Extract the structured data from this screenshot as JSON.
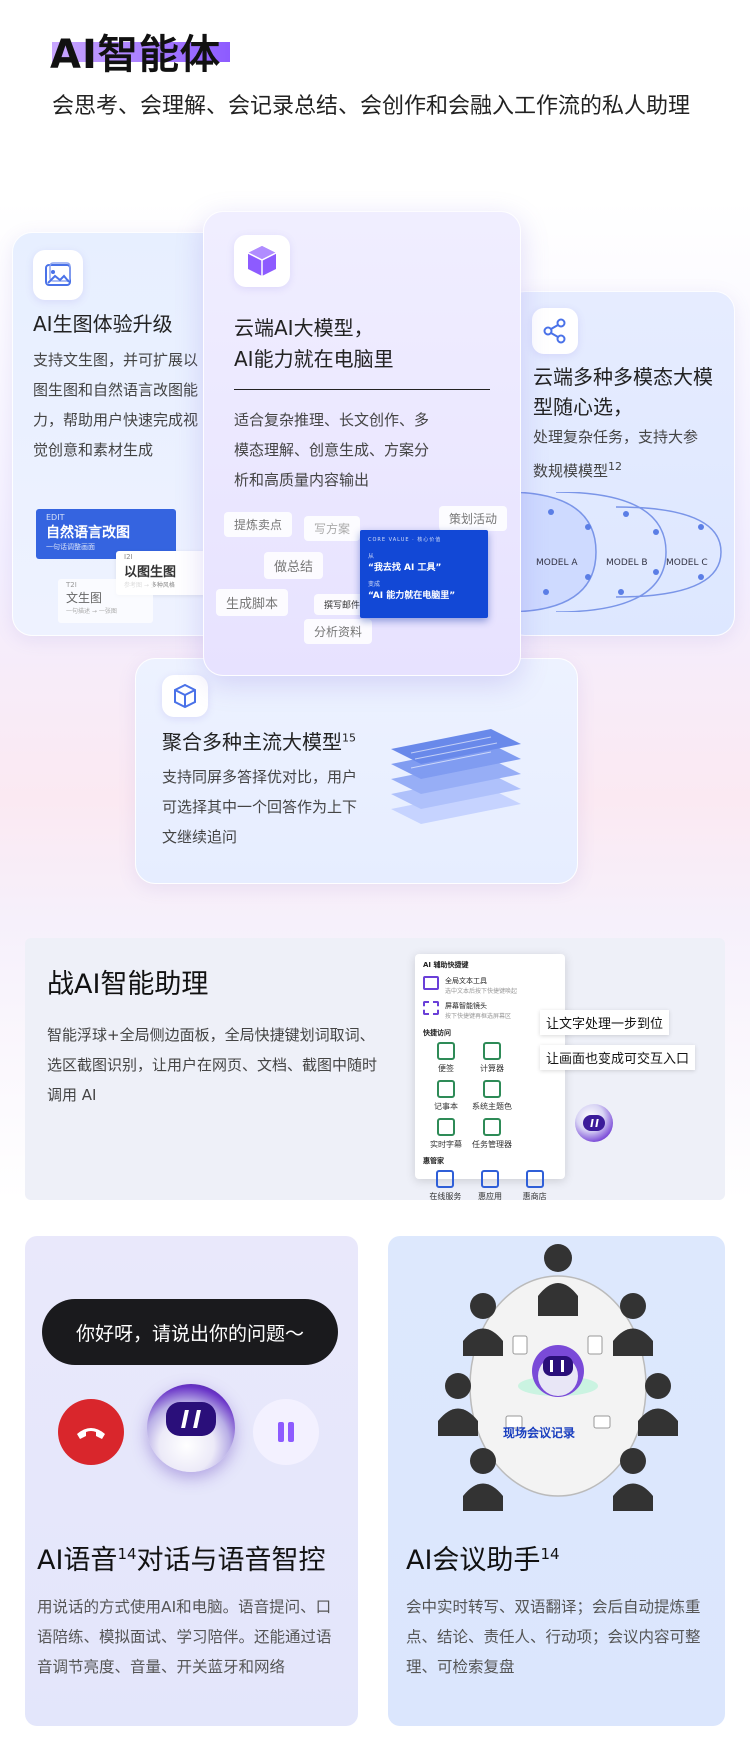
{
  "header": {
    "title": "AI智能体",
    "subtitle": "会思考、会理解、会记录总结、会创作和会融入工作流的私人助理"
  },
  "card_image_gen": {
    "title": "AI生图体验升级",
    "desc": "支持文生图，并可扩展以图生图和自然语言改图能力，帮助用户快速完成视觉创意和素材生成",
    "edit_label": "EDIT",
    "edit_title": "自然语言改图",
    "edit_sub": "一句话调整画面",
    "i2i_label": "I2I",
    "i2i_title": "以图生图",
    "i2i_sub": "参考图 → 多种风格",
    "t2i_label": "T2I",
    "t2i_title": "文生图",
    "t2i_sub": "一句描述 → 一张图"
  },
  "card_cloud_model": {
    "title_line1": "云端AI大模型，",
    "title_line2": "AI能力就在电脑里",
    "desc": "适合复杂推理、长文创作、多模态理解、创意生成、方案分析和高质量内容输出",
    "tags": [
      "提炼卖点",
      "写方案",
      "策划活动",
      "做总结",
      "生成脚本",
      "撰写邮件",
      "分析资料"
    ],
    "panel_top": "CORE VALUE · 核心价值",
    "panel_from": "从",
    "panel_quote1": "“我去找 AI 工具”",
    "panel_to": "变成",
    "panel_quote2": "“AI 能力就在电脑里”"
  },
  "card_multimodal": {
    "title": "云端多种多模态大模型随心选，",
    "desc": "处理复杂任务，支持大参数规模模型",
    "desc_sup": "12",
    "models": [
      "MODEL A",
      "MODEL B",
      "MODEL C"
    ]
  },
  "card_aggregate": {
    "title": "聚合多种主流大模型",
    "title_sup": "15",
    "desc": "支持同屏多答择优对比，用户可选择其中一个回答作为上下文继续追问"
  },
  "assistant": {
    "title": "战AI智能助理",
    "desc": "智能浮球+全局侧边面板，全局快捷键划词取词、选区截图识别，让用户在网页、文档、截图中随时调用 AI",
    "panel_title": "AI 辅助快捷键",
    "shortcut1_title": "全局文本工具",
    "shortcut1_sub": "选中文本后按下快捷键唤起",
    "shortcut2_title": "屏幕智能镜头",
    "shortcut2_sub": "按下快捷键再框选屏幕区",
    "quick_title": "快捷访问",
    "quick_items": [
      "便签",
      "计算器",
      "记事本",
      "系统主题色",
      "实时字幕",
      "任务管理器"
    ],
    "hui_title": "惠管家",
    "hui_items": [
      "在线服务",
      "惠应用",
      "惠商店"
    ],
    "callout1": "让文字处理一步到位",
    "callout2": "让画面也变成可交互入口"
  },
  "voice": {
    "bubble": "你好呀，请说出你的问题～",
    "title_a": "AI语音",
    "title_sup": "14",
    "title_b": "对话与语音智控",
    "desc": "用说话的方式使用AI和电脑。语音提问、口语陪练、模拟面试、学习陪伴。还能通过语音调节亮度、音量、开关蓝牙和网络"
  },
  "meeting": {
    "badge": "现场会议记录",
    "title_a": "AI会议助手",
    "title_sup": "14",
    "desc": "会中实时转写、双语翻译；会后自动提炼重点、结论、责任人、行动项；会议内容可整理、可检索复盘"
  },
  "colors": {
    "accent_purple": "#8d5bff",
    "accent_blue": "#1a4fd6",
    "end_call_red": "#d9262c"
  }
}
